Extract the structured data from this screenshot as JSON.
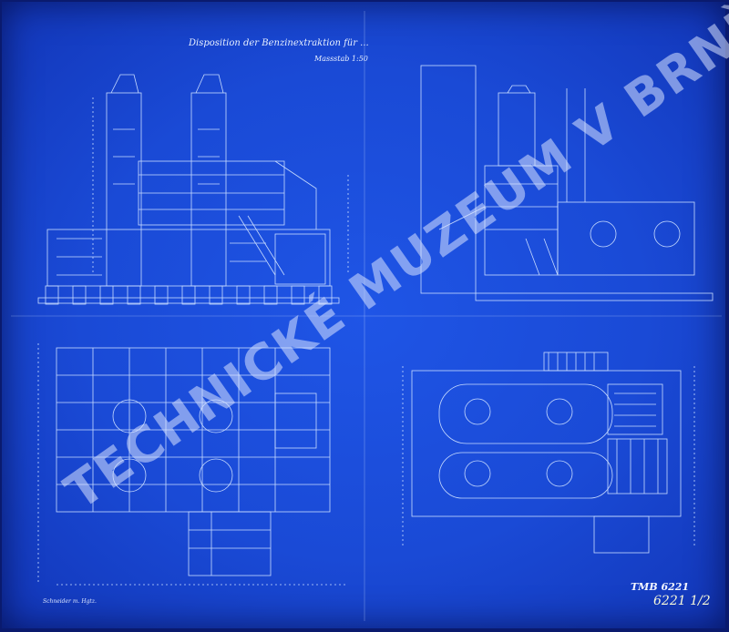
{
  "document": {
    "title": "Disposition der Benzinextraktion für ...",
    "scale": "Massstab 1:50",
    "signature": "Schneider m. Hgtz.",
    "archive_number": "6221",
    "archive_fraction": "1/2",
    "stamp_line": "TMB 6221"
  },
  "watermark": "TECHNICKÉ MUZEUM V BRNĚ",
  "colors": {
    "paper": "#1a4ad6",
    "ink": "#c8dcff",
    "watermark": "#d7e1ff"
  }
}
